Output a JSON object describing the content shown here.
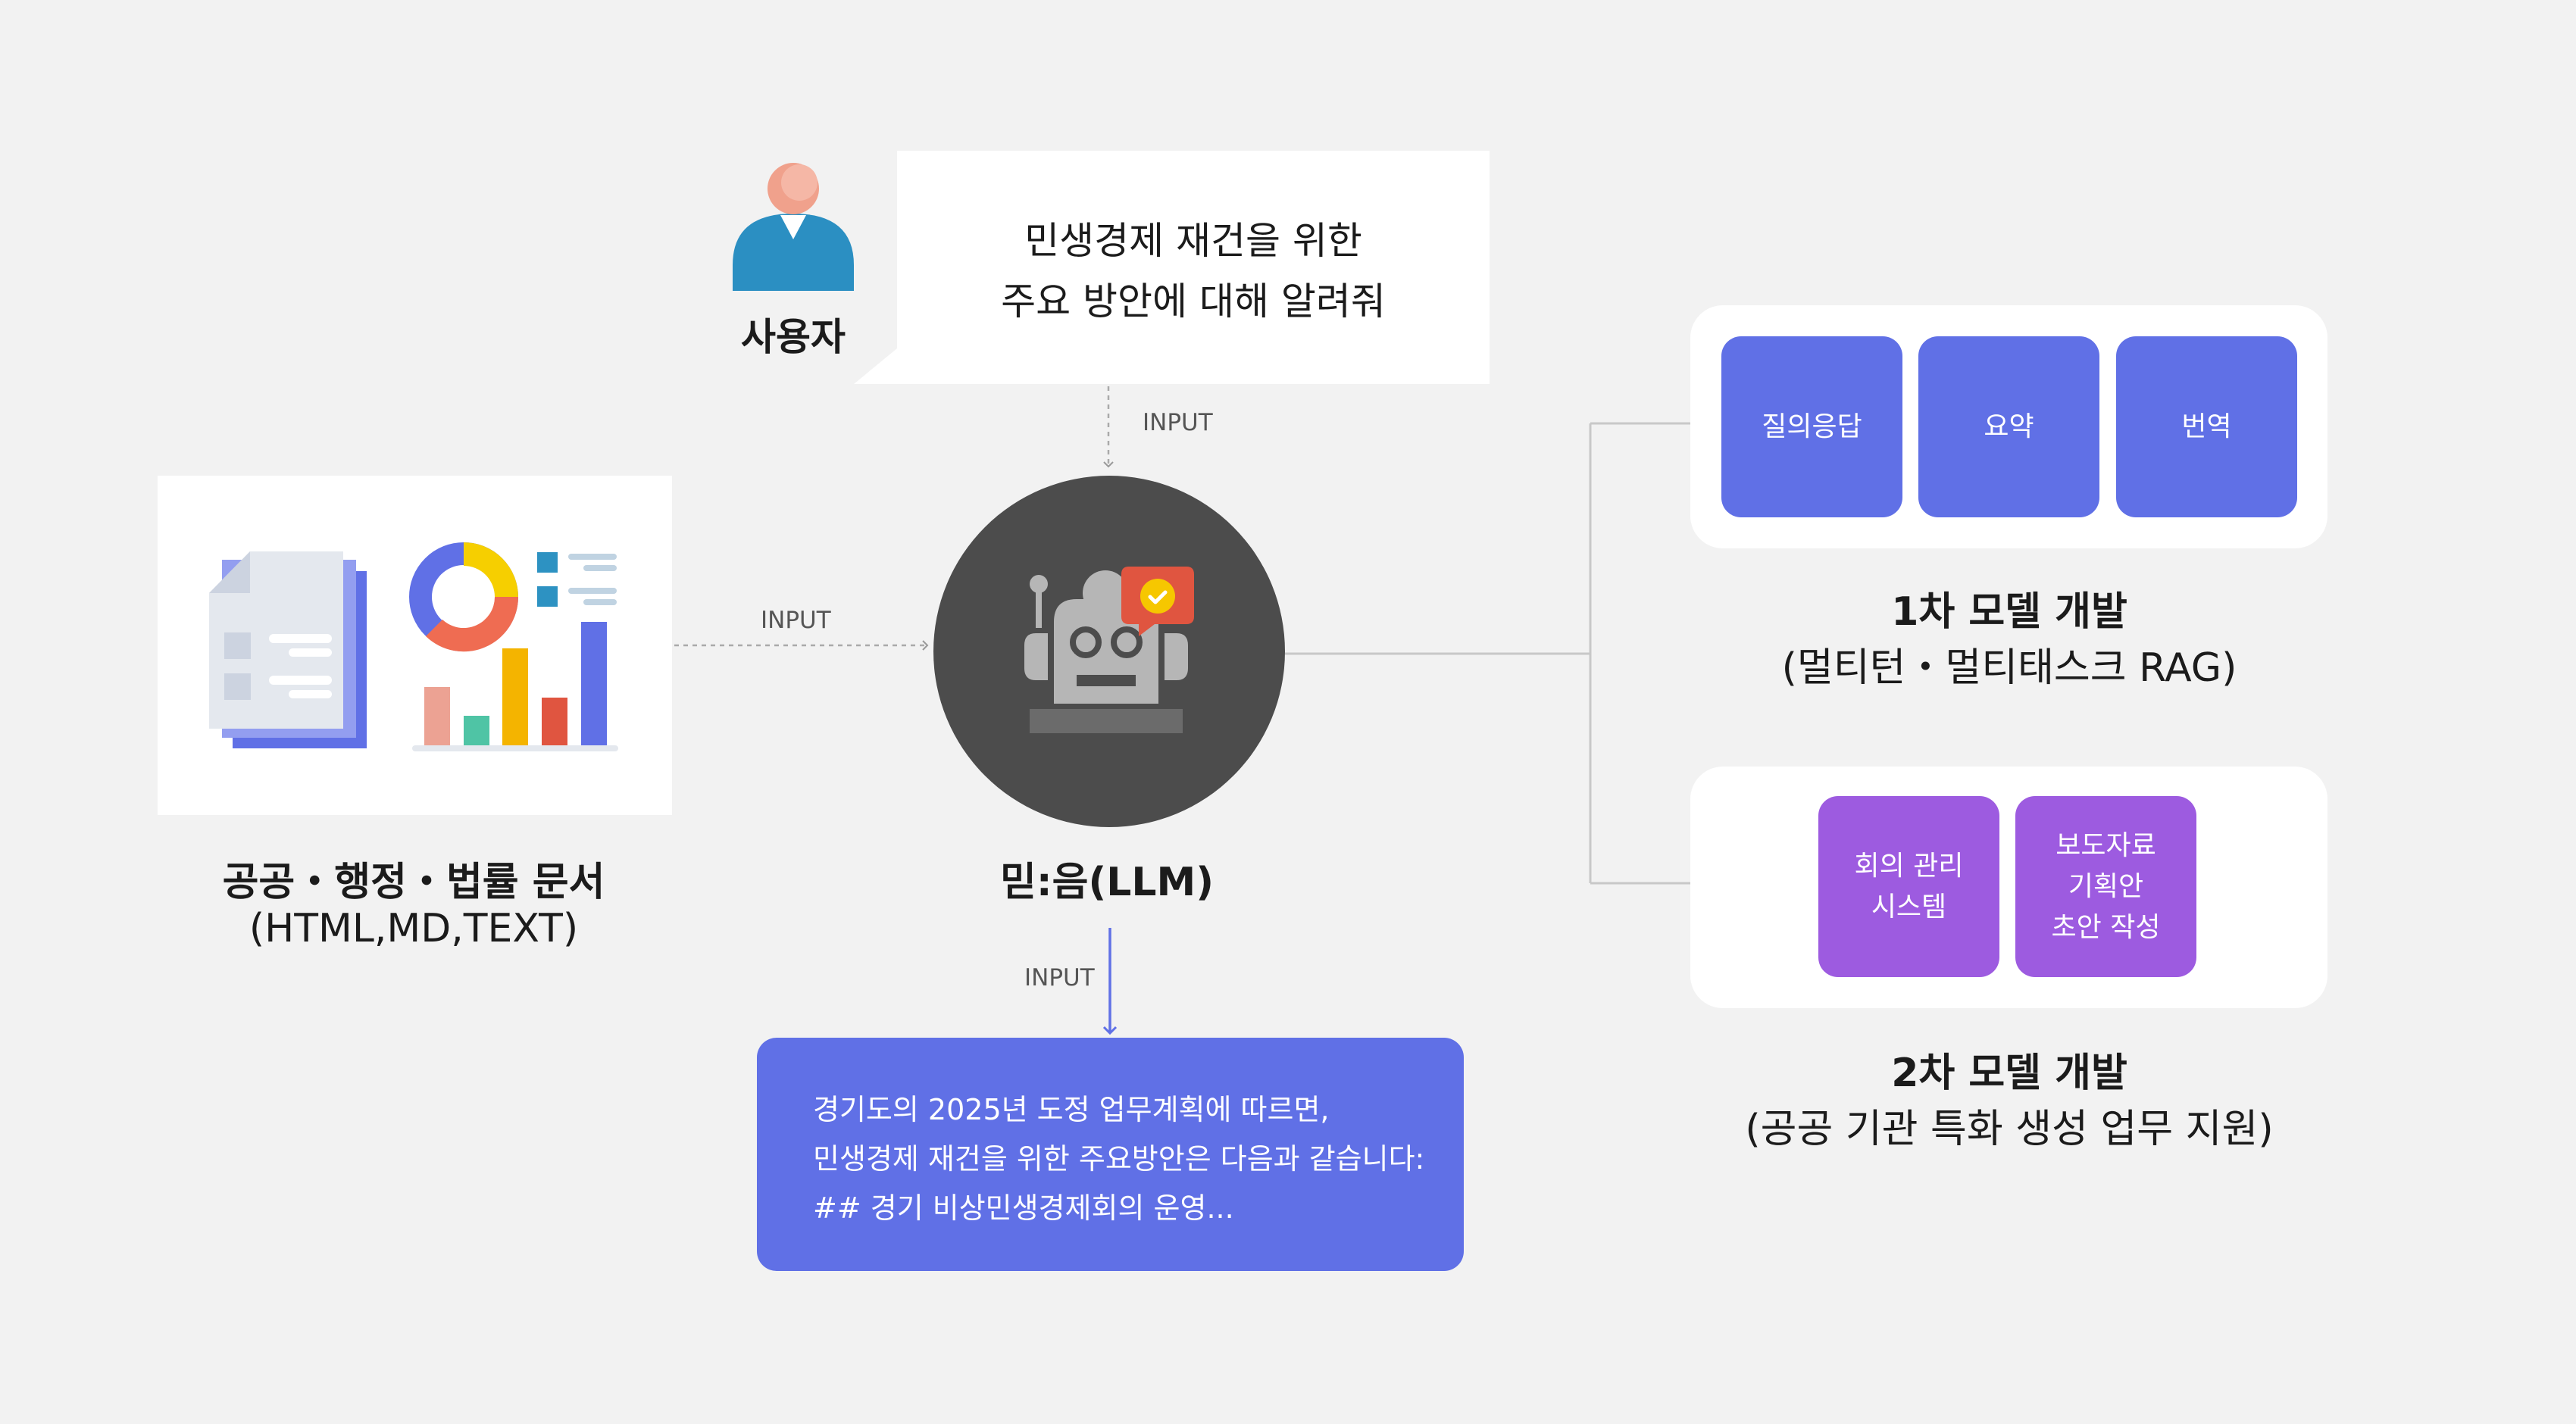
{
  "user": {
    "label": "사용자"
  },
  "query": {
    "line1": "민생경제 재건을 위한",
    "line2": "주요 방안에 대해 알려줘"
  },
  "labels": {
    "input_top": "INPUT",
    "input_left": "INPUT",
    "input_bottom": "INPUT"
  },
  "documents": {
    "title": "공공・행정・법률 문서",
    "subtitle": "(HTML,MD,TEXT)"
  },
  "model": {
    "name": "믿:음(LLM)"
  },
  "answer": {
    "line1": "경기도의 2025년 도정 업무계획에 따르면,",
    "line2": "민생경제 재건을 위한 주요방안은 다음과 같습니다:",
    "line3": "## 경기 비상민생경제회의 운영..."
  },
  "stage1": {
    "tasks": [
      "질의응답",
      "요약",
      "번역"
    ],
    "title": "1차 모델 개발",
    "subtitle": "(멀티턴・멀티태스크 RAG)"
  },
  "stage2": {
    "tasks": [
      [
        "회의 관리",
        "시스템"
      ],
      [
        "보도자료",
        "기획안",
        "초안 작성"
      ]
    ],
    "title": "2차 모델 개발",
    "subtitle": "(공공 기관 특화 생성 업무 지원)"
  },
  "colors": {
    "accent": "#6070e6",
    "purple": "#9d5be0",
    "dark": "#4c4c4c",
    "background": "#f2f2f2"
  }
}
